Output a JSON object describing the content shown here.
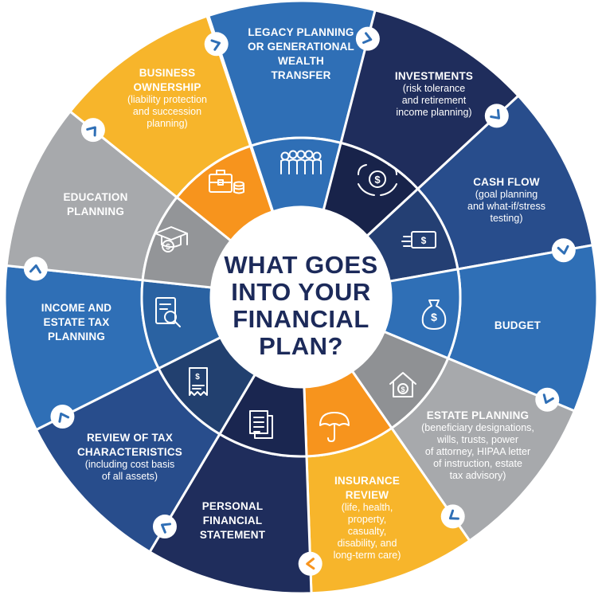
{
  "center": {
    "lines": [
      "WHAT GOES",
      "INTO YOUR",
      "FINANCIAL",
      "PLAN?"
    ]
  },
  "colors": {
    "navy": "#1f2d5c",
    "dark_blue": "#284d8c",
    "blue": "#2f6fb6",
    "gray": "#a7a9ac",
    "yellow": "#f7b52b",
    "orange": "#f7941d",
    "text_light": "#ffffff",
    "center_text": "#1c2a5a"
  },
  "segments": [
    {
      "id": "legacy",
      "title": [
        "LEGACY PLANNING",
        "OR GENERATIONAL",
        "WEALTH",
        "TRANSFER"
      ],
      "desc": [],
      "icon": "family-icon"
    },
    {
      "id": "investments",
      "title": [
        "INVESTMENTS"
      ],
      "desc": [
        "(risk tolerance",
        "and retirement",
        "income planning)"
      ],
      "icon": "hands-coin-icon"
    },
    {
      "id": "cash-flow",
      "title": [
        "CASH FLOW"
      ],
      "desc": [
        "(goal planning",
        "and what-if/stress",
        "testing)"
      ],
      "icon": "cash-flow-icon"
    },
    {
      "id": "budget",
      "title": [
        "BUDGET"
      ],
      "desc": [],
      "icon": "money-bag-icon"
    },
    {
      "id": "estate",
      "title": [
        "ESTATE PLANNING"
      ],
      "desc": [
        "(beneficiary designations,",
        "wills, trusts, power",
        "of attorney, HIPAA letter",
        "of instruction, estate",
        "tax advisory)"
      ],
      "icon": "house-dollar-icon"
    },
    {
      "id": "insurance",
      "title": [
        "INSURANCE",
        "REVIEW"
      ],
      "desc": [
        "(life, health,",
        "property,",
        "casualty,",
        "disability, and",
        "long-term care)"
      ],
      "icon": "umbrella-icon"
    },
    {
      "id": "personal-statement",
      "title": [
        "PERSONAL",
        "FINANCIAL",
        "STATEMENT"
      ],
      "desc": [],
      "icon": "statement-icon"
    },
    {
      "id": "tax-characteristics",
      "title": [
        "REVIEW OF TAX",
        "CHARACTERISTICS"
      ],
      "desc": [
        "(including cost basis",
        "of all assets)"
      ],
      "icon": "receipt-icon"
    },
    {
      "id": "income-tax",
      "title": [
        "INCOME AND",
        "ESTATE TAX",
        "PLANNING"
      ],
      "desc": [],
      "icon": "tax-report-icon"
    },
    {
      "id": "education",
      "title": [
        "EDUCATION",
        "PLANNING"
      ],
      "desc": [],
      "icon": "graduation-cap-icon"
    },
    {
      "id": "business",
      "title": [
        "BUSINESS",
        "OWNERSHIP"
      ],
      "desc": [
        "(liability protection",
        "and succession",
        "planning)"
      ],
      "icon": "briefcase-icon"
    }
  ]
}
